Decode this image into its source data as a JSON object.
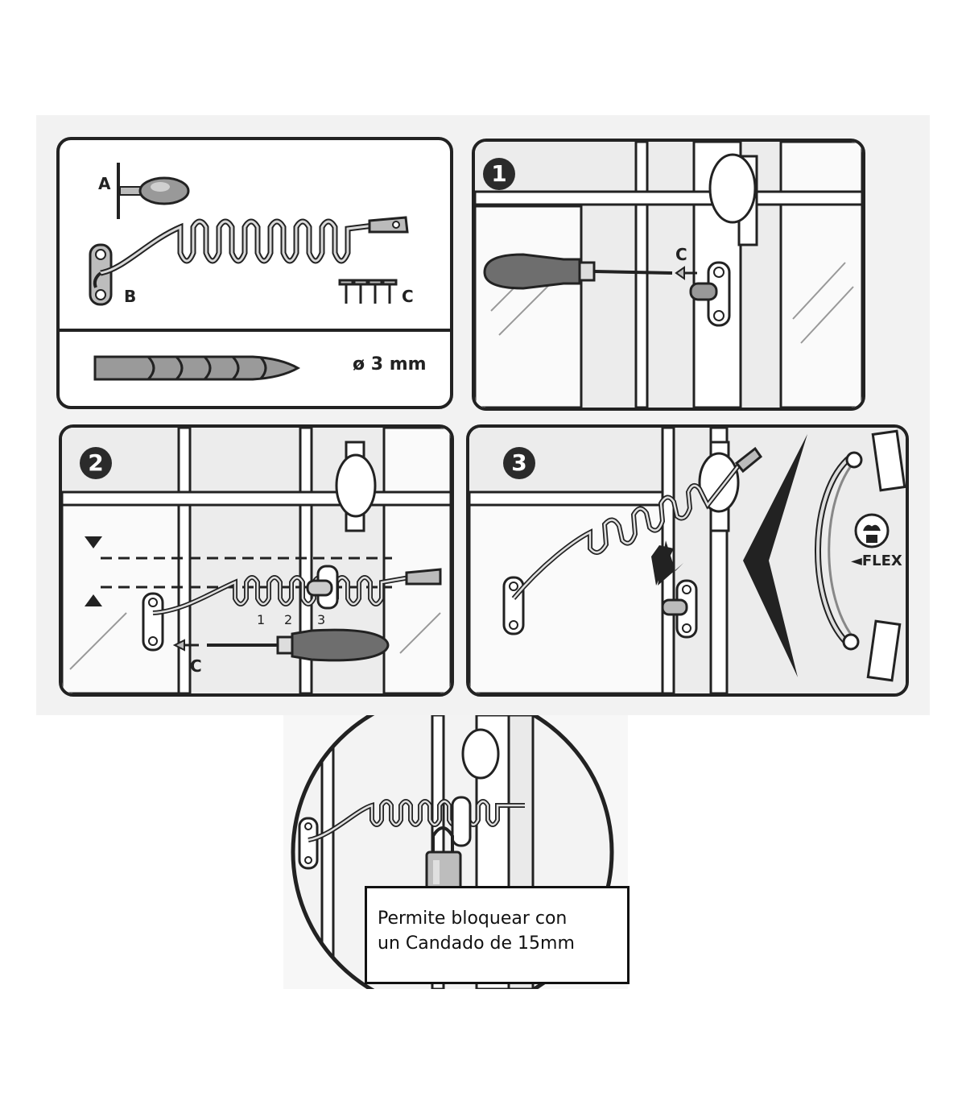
{
  "parts": {
    "label_a": "A",
    "label_b": "B",
    "label_c": "C",
    "drill_size": "ø 3 mm"
  },
  "step1": {
    "number": "1",
    "label_c": "C"
  },
  "step2": {
    "number": "2",
    "label_c": "C",
    "positions": [
      "1",
      "2",
      "3"
    ]
  },
  "step3": {
    "number": "3",
    "flex_label": "◄FLEX"
  },
  "detail": {
    "caption_line1": "Permite bloquear con",
    "caption_line2": "un Candado de 15mm"
  },
  "colors": {
    "line": "#222222",
    "metal": "#9a9a9a",
    "handle": "#6e6e6e",
    "glass": "#cfcfcf"
  }
}
